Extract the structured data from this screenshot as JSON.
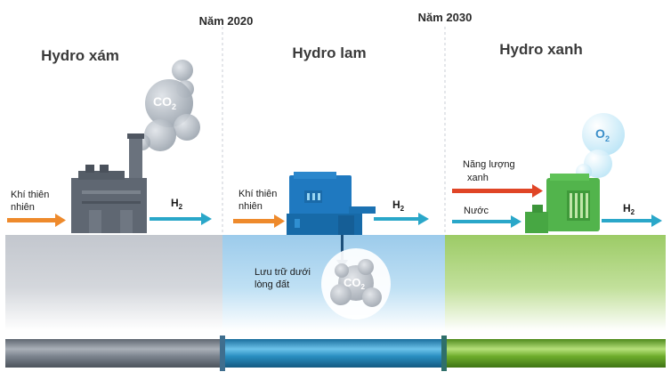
{
  "timeline": {
    "year_2020": "Năm 2020",
    "year_2030": "Năm 2030"
  },
  "panels": {
    "gray": {
      "title": "Hydro xám",
      "input_label_line1": "Khí thiên",
      "input_label_line2": "nhiên",
      "output_label": "H",
      "output_subscript": "2",
      "emission_label": "CO",
      "emission_subscript": "2",
      "ground_color": "#c8cbd1",
      "pipe_color": "#7c8490"
    },
    "blue": {
      "title": "Hydro lam",
      "input_label_line1": "Khí thiên",
      "input_label_line2": "nhiên",
      "output_label": "H",
      "output_subscript": "2",
      "storage_label_line1": "Lưu trữ dưới",
      "storage_label_line2": "lòng đất",
      "storage_gas_label": "CO",
      "storage_gas_subscript": "2",
      "ground_color": "#a9d3ee",
      "pipe_color": "#2a8fc2"
    },
    "green": {
      "title": "Hydro xanh",
      "energy_label_line1": "Năng lượng",
      "energy_label_line2": "xanh",
      "water_label": "Nước",
      "output_label": "H",
      "output_subscript": "2",
      "emission_label": "O",
      "emission_subscript": "2",
      "ground_color": "#a6cf74",
      "pipe_color": "#6fae2d"
    }
  },
  "colors": {
    "arrow_orange": "#ee8a2c",
    "arrow_teal": "#2aa7c9",
    "arrow_red": "#e04526",
    "plant_gray": "#626b77",
    "plant_blue": "#1f79c0",
    "plant_green": "#52b44c"
  }
}
